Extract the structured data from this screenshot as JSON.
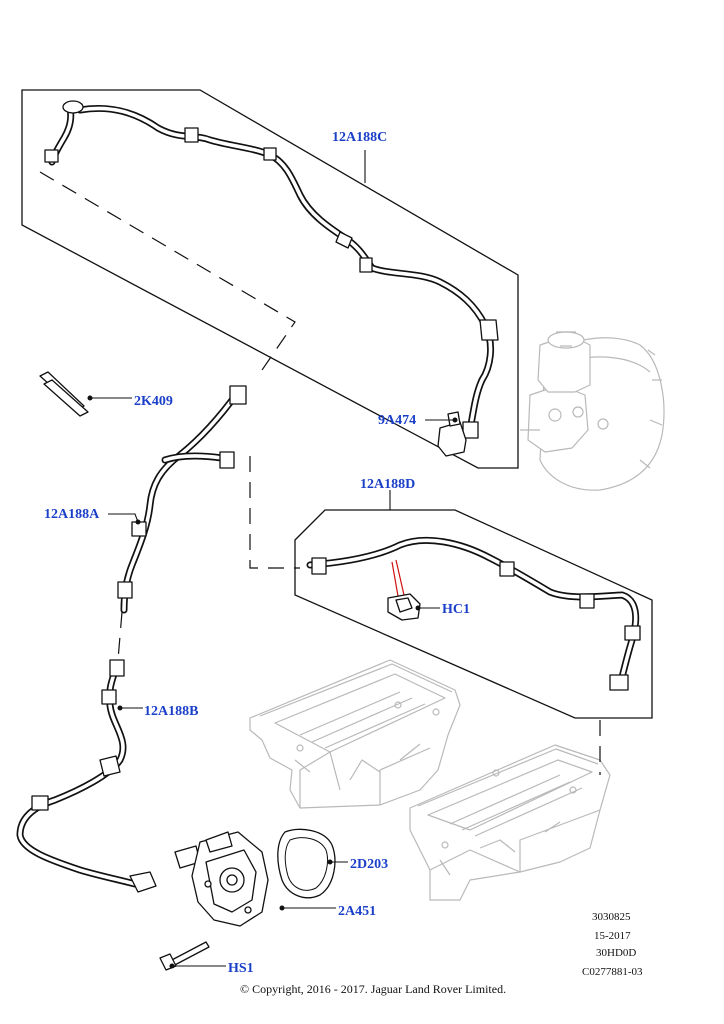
{
  "labels": {
    "l_12A188C": "12A188C",
    "l_2K409": "2K409",
    "l_9A474": "9A474",
    "l_12A188A": "12A188A",
    "l_12A188D": "12A188D",
    "l_HC1": "HC1",
    "l_12A188B": "12A188B",
    "l_2D203": "2D203",
    "l_2A451": "2A451",
    "l_HS1": "HS1"
  },
  "meta": {
    "line1": "3030825",
    "line2": "15-2017",
    "line3": "30HD0D",
    "line4": "C0277881-03"
  },
  "copyright": "© Copyright, 2016 - 2017. Jaguar Land Rover Limited.",
  "colors": {
    "label": "#1a3fc8",
    "ink": "#111111",
    "ghost": "#b9b9b9",
    "accent_red": "#d01010"
  }
}
